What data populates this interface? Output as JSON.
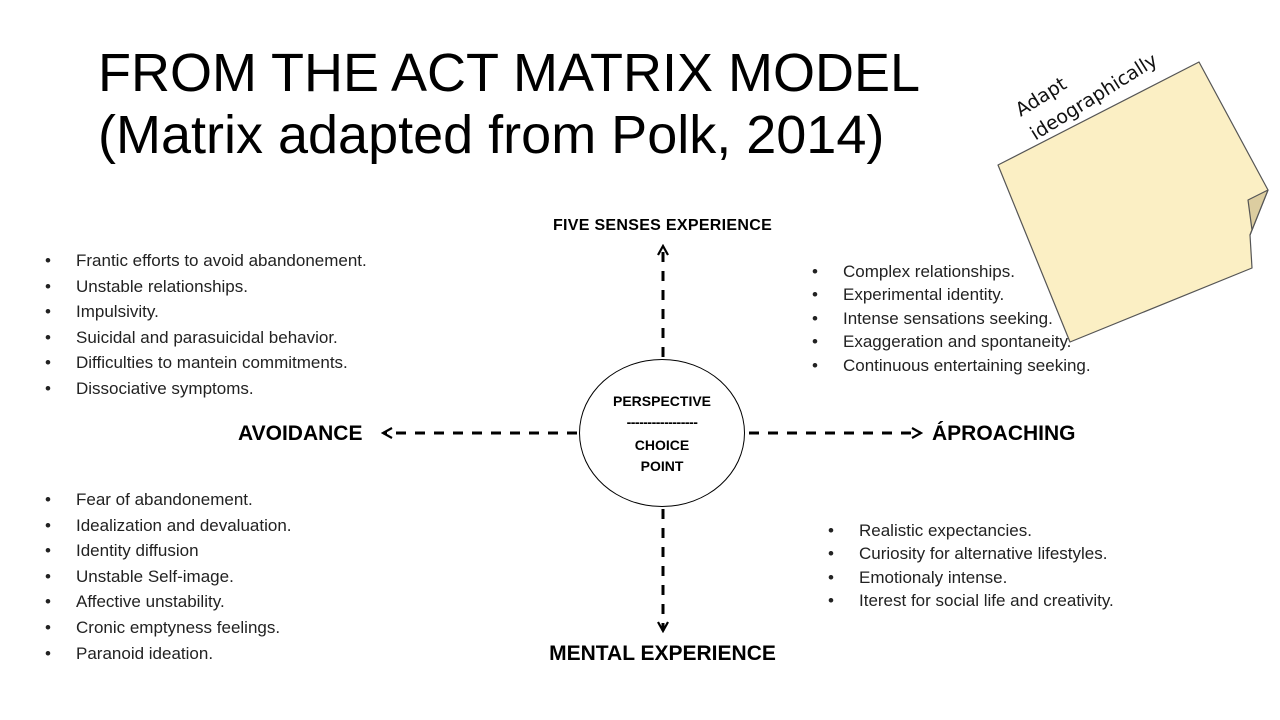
{
  "title": {
    "line1": "FROM THE ACT MATRIX MODEL",
    "line2": "(Matrix adapted from Polk, 2014)"
  },
  "axes": {
    "top": "FIVE SENSES EXPERIENCE",
    "bottom": "MENTAL EXPERIENCE",
    "left": "AVOIDANCE",
    "right": "ÁPROACHING"
  },
  "center": {
    "line1": "PERSPECTIVE",
    "divider": "-----------------",
    "line2": "CHOICE",
    "line3": "POINT"
  },
  "quadrants": {
    "top_left": [
      "Frantic efforts to avoid abandonement.",
      "Unstable relationships.",
      "Impulsivity.",
      "Suicidal and parasuicidal behavior.",
      "Difficulties to mantein commitments.",
      "Dissociative symptoms."
    ],
    "top_right": [
      "Complex relationships.",
      "Experimental identity.",
      "Intense sensations seeking.",
      "Exaggeration and spontaneity.",
      "Continuous entertaining seeking."
    ],
    "bottom_left": [
      "Fear of abandonement.",
      "Idealization and devaluation.",
      "Identity diffusion",
      "Unstable Self-image.",
      "Affective unstability.",
      "Cronic emptyness feelings.",
      "Paranoid ideation."
    ],
    "bottom_right": [
      "Realistic expectancies.",
      "Curiosity for alternative lifestyles.",
      "Emotionaly intense.",
      "Iterest for social life and creativity."
    ]
  },
  "note": {
    "line1": "Adapt",
    "line2": "ideographically",
    "fill_color": "#fbefc4",
    "fold_color": "#dccda0"
  }
}
